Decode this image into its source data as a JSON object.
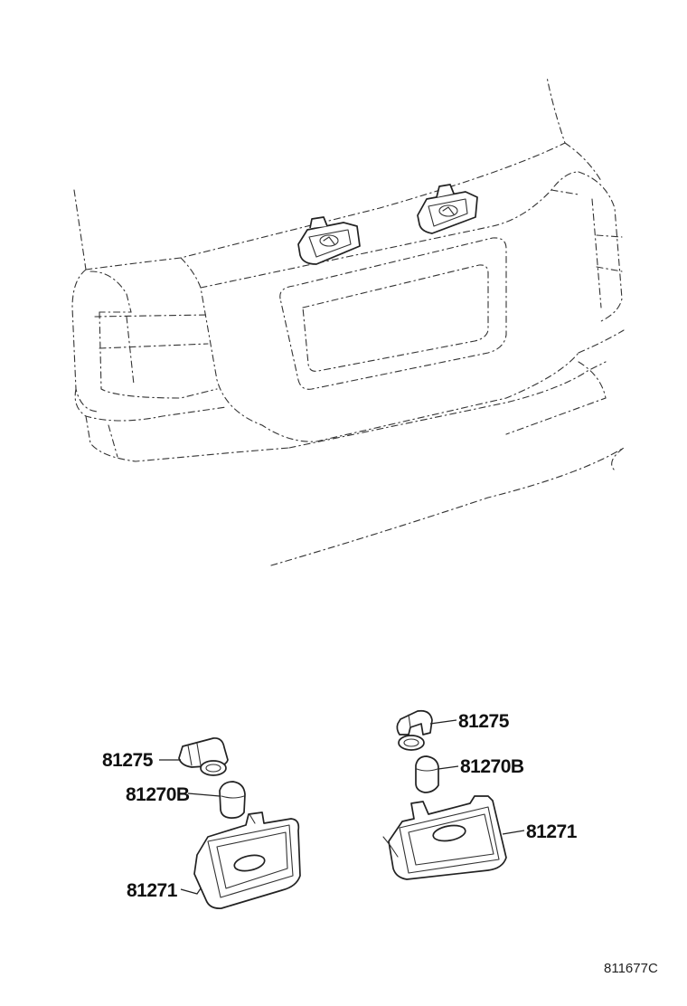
{
  "callouts": {
    "left_socket": "81275",
    "left_bulb": "81270B",
    "left_lamp": "81271",
    "right_socket": "81275",
    "right_bulb": "81270B",
    "right_lamp": "81271"
  },
  "figure_code": "811677C"
}
